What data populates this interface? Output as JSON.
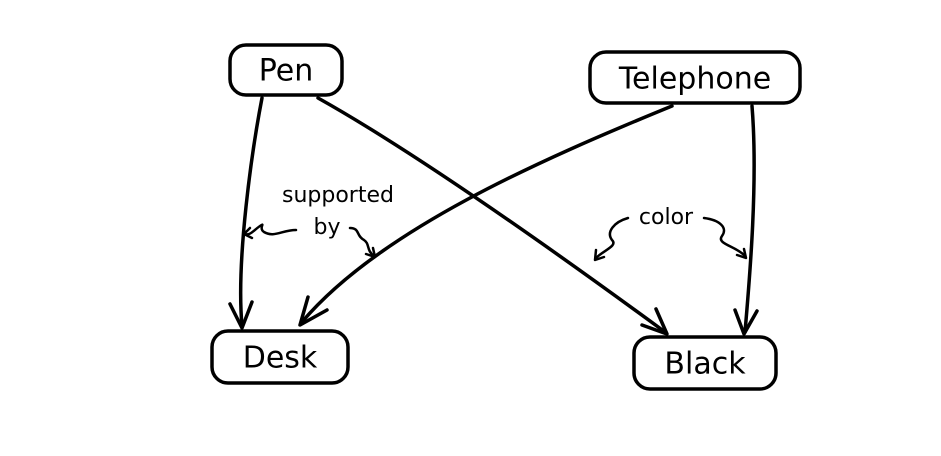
{
  "nodes": {
    "pen": "Pen",
    "telephone": "Telephone",
    "desk": "Desk",
    "black": "Black"
  },
  "edges": [
    {
      "from": "Pen",
      "to": "Desk"
    },
    {
      "from": "Pen",
      "to": "Black"
    },
    {
      "from": "Telephone",
      "to": "Desk"
    },
    {
      "from": "Telephone",
      "to": "Black"
    }
  ],
  "labels": {
    "supported_line1": "supported",
    "supported_line2": "by",
    "color": "color"
  },
  "colors": {
    "ink": "#000000",
    "background": "#ffffff"
  }
}
